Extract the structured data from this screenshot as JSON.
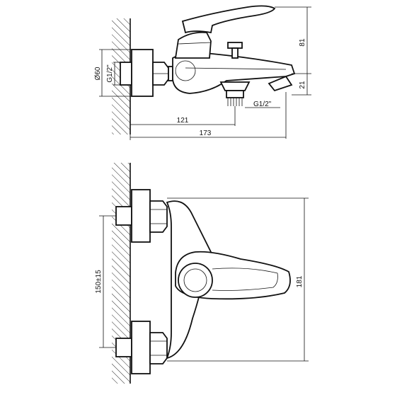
{
  "dimensions": {
    "top_height": "81",
    "spout_height": "21",
    "inlet_diameter": "Ø60",
    "wall_thread": "G1/2\"",
    "outlet_thread": "G1/2\"",
    "spout_offset": "121",
    "total_depth": "173",
    "centers": "150±15",
    "total_width": "181"
  },
  "colors": {
    "line": "#111111",
    "background": "#ffffff"
  }
}
